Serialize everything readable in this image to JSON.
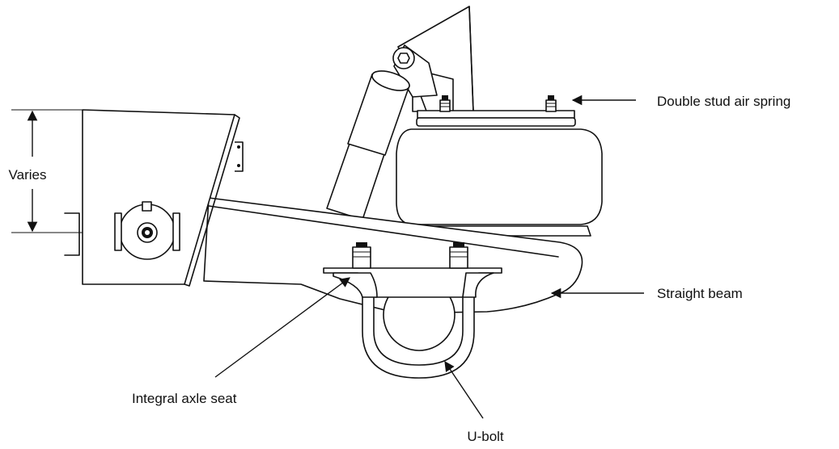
{
  "diagram": {
    "labels": {
      "varies": "Varies",
      "air_spring": "Double stud air spring",
      "straight_beam": "Straight beam",
      "axle_seat": "Integral axle seat",
      "u_bolt": "U-bolt"
    }
  }
}
